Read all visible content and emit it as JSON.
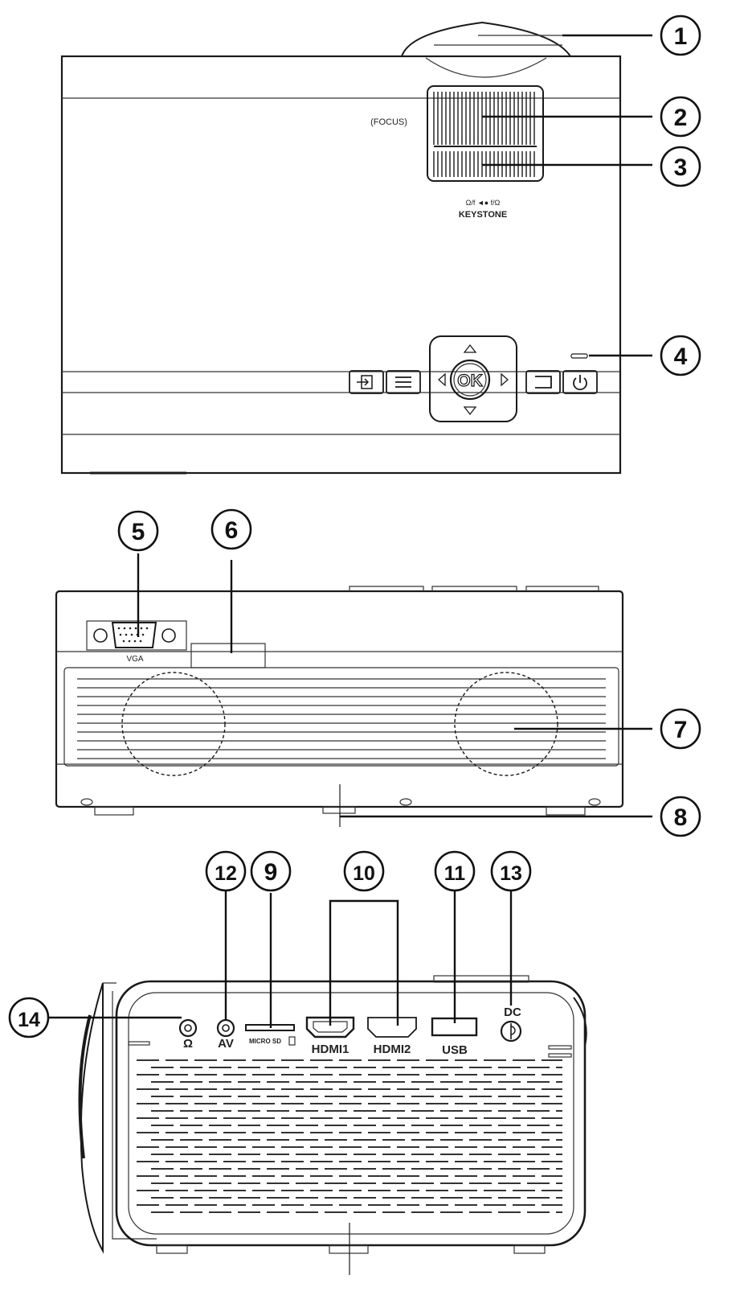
{
  "device_labels": {
    "focus": "(FOCUS)",
    "keystone_scale": "Ω/f ◄● f/Ω",
    "keystone": "KEYSTONE",
    "ok": "OK",
    "vga": "VGA",
    "micro_sd": "MICRO SD",
    "hdmi1": "HDMI1",
    "hdmi2": "HDMI2",
    "usb": "USB",
    "dc": "DC",
    "av": "AV",
    "headphone": "Ω"
  },
  "callouts": [
    "1",
    "2",
    "3",
    "4",
    "5",
    "6",
    "7",
    "8",
    "9",
    "10",
    "11",
    "12",
    "13",
    "14"
  ],
  "colors": {
    "line": "#1a1a1a",
    "background": "#ffffff"
  },
  "icons": [
    "source-icon",
    "menu-icon",
    "return-icon",
    "power-icon",
    "arrow-up-icon",
    "arrow-down-icon",
    "arrow-left-icon",
    "arrow-right-icon",
    "headphone-icon"
  ]
}
